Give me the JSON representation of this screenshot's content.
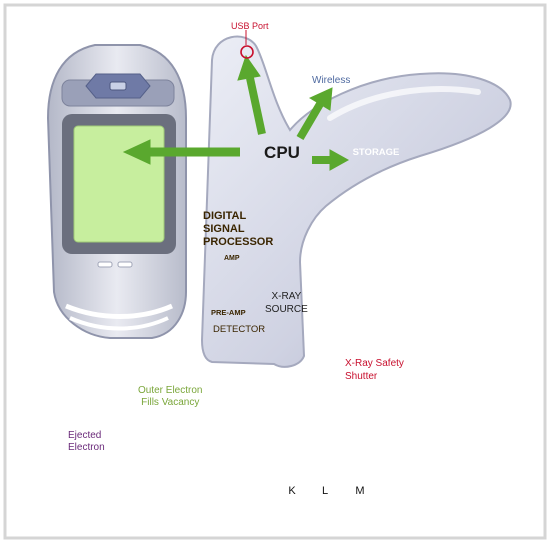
{
  "labels": {
    "usb_port": "USB Port",
    "wireless": "Wireless",
    "cpu": "CPU",
    "storage": "STORAGE",
    "dsp": "DIGITAL\nSIGNAL\nPROCESSOR",
    "amp": "AMP",
    "pre_amp": "PRE-AMP",
    "detector": "DETECTOR",
    "xray_source": "X-RAY\nSOURCE",
    "safety_shutter": "X-Ray Safety\nShutter",
    "outer_electron": "Outer Electron\nFills Vacancy",
    "ejected_electron": "Ejected\nElectron",
    "shells": [
      "K",
      "L",
      "M"
    ]
  },
  "colors": {
    "signal_arrow": "#5aa82e",
    "xray_beam": "#f08a1c",
    "fluorescence": "#d81e2c",
    "dsp_block": "#f2a43c",
    "cpu": "#8ed44a",
    "storage": "#4a9ad8",
    "callout": "#c8102e",
    "device_body": "#d7d9e6",
    "screen": "#c7ee9e"
  },
  "icons": [
    "wireless-antenna-icon",
    "usb-port-icon"
  ]
}
